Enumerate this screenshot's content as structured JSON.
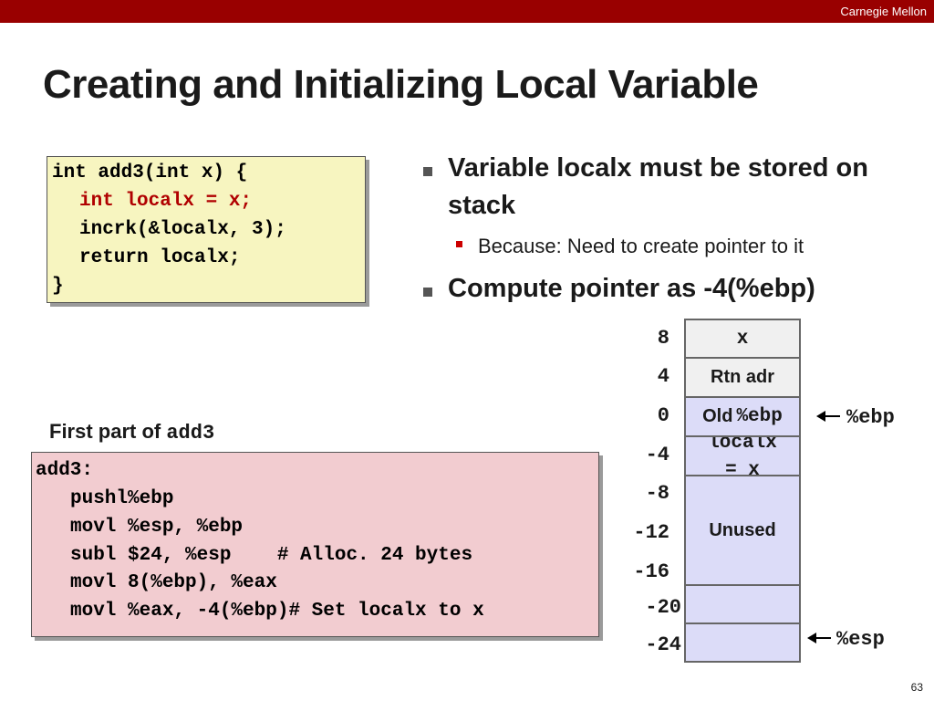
{
  "header": {
    "org": "Carnegie Mellon"
  },
  "title": "Creating and Initializing Local Variable",
  "code_c": {
    "line1": "int add3(int x) {",
    "line2": "int localx = x;",
    "line3": "incrk(&localx, 3);",
    "line4": "return localx;",
    "line5": "}"
  },
  "bullets": {
    "b1_line1": "Variable localx must be stored on",
    "b1_line2": "stack",
    "sub1": "Because: Need to create pointer to it",
    "b2": "Compute pointer as -4(%ebp)"
  },
  "caption": {
    "text": "First part of ",
    "code": "add3"
  },
  "asm": {
    "label": "add3:",
    "l1": "pushl%ebp",
    "l2": "movl %esp, %ebp",
    "l3": "subl $24, %esp    # Alloc. 24 bytes",
    "l4": "movl 8(%ebp), %eax",
    "l5": "movl %eax, -4(%ebp)# Set localx to x"
  },
  "stack": {
    "offsets": [
      "8",
      "4",
      "0",
      "-4",
      "-8",
      "-12",
      "-16",
      "-20",
      "-24"
    ],
    "cells": {
      "x": "x",
      "rtn": "Rtn adr",
      "old_ebp_text": "Old ",
      "old_ebp_code": "%ebp",
      "localx_l1": "localx",
      "localx_l2": "= x",
      "unused": "Unused"
    },
    "ebp_label": "%ebp",
    "esp_label": "%esp"
  },
  "page_number": "63",
  "colors": {
    "header_bar": "#990000",
    "c_code_bg": "#f7f5c0",
    "asm_bg": "#f2ccd0",
    "stack_frame_bg": "#dcdcf8",
    "stack_old_bg": "#f0f0f0"
  }
}
